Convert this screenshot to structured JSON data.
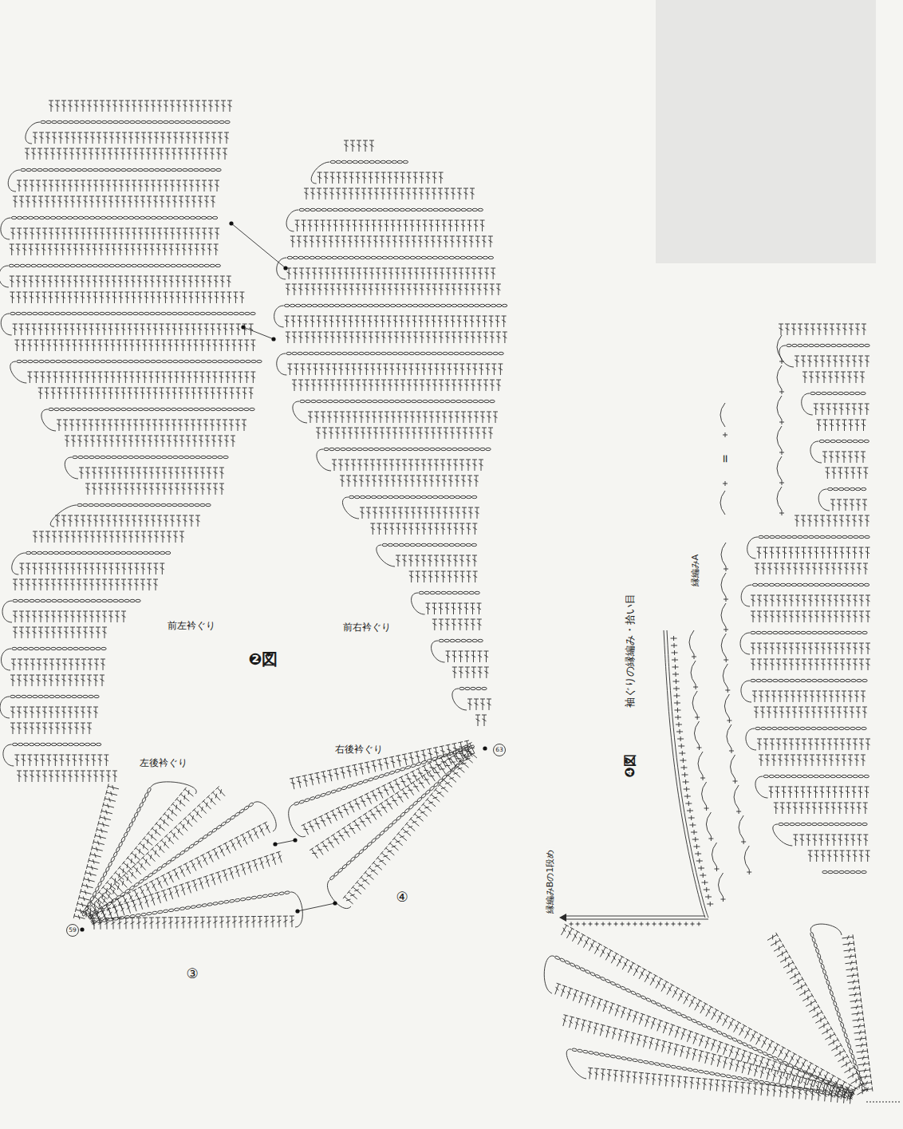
{
  "diagram": {
    "labels": [
      "前左衿ぐり",
      "前右衿ぐり",
      "❷図",
      "左後衿ぐり",
      "右後衿ぐり",
      "③",
      "④",
      "63",
      "59",
      "❹図",
      "袖ぐりの縁編み・拾い目",
      "縁編みA",
      "縁編みBの1段め",
      "="
    ]
  }
}
